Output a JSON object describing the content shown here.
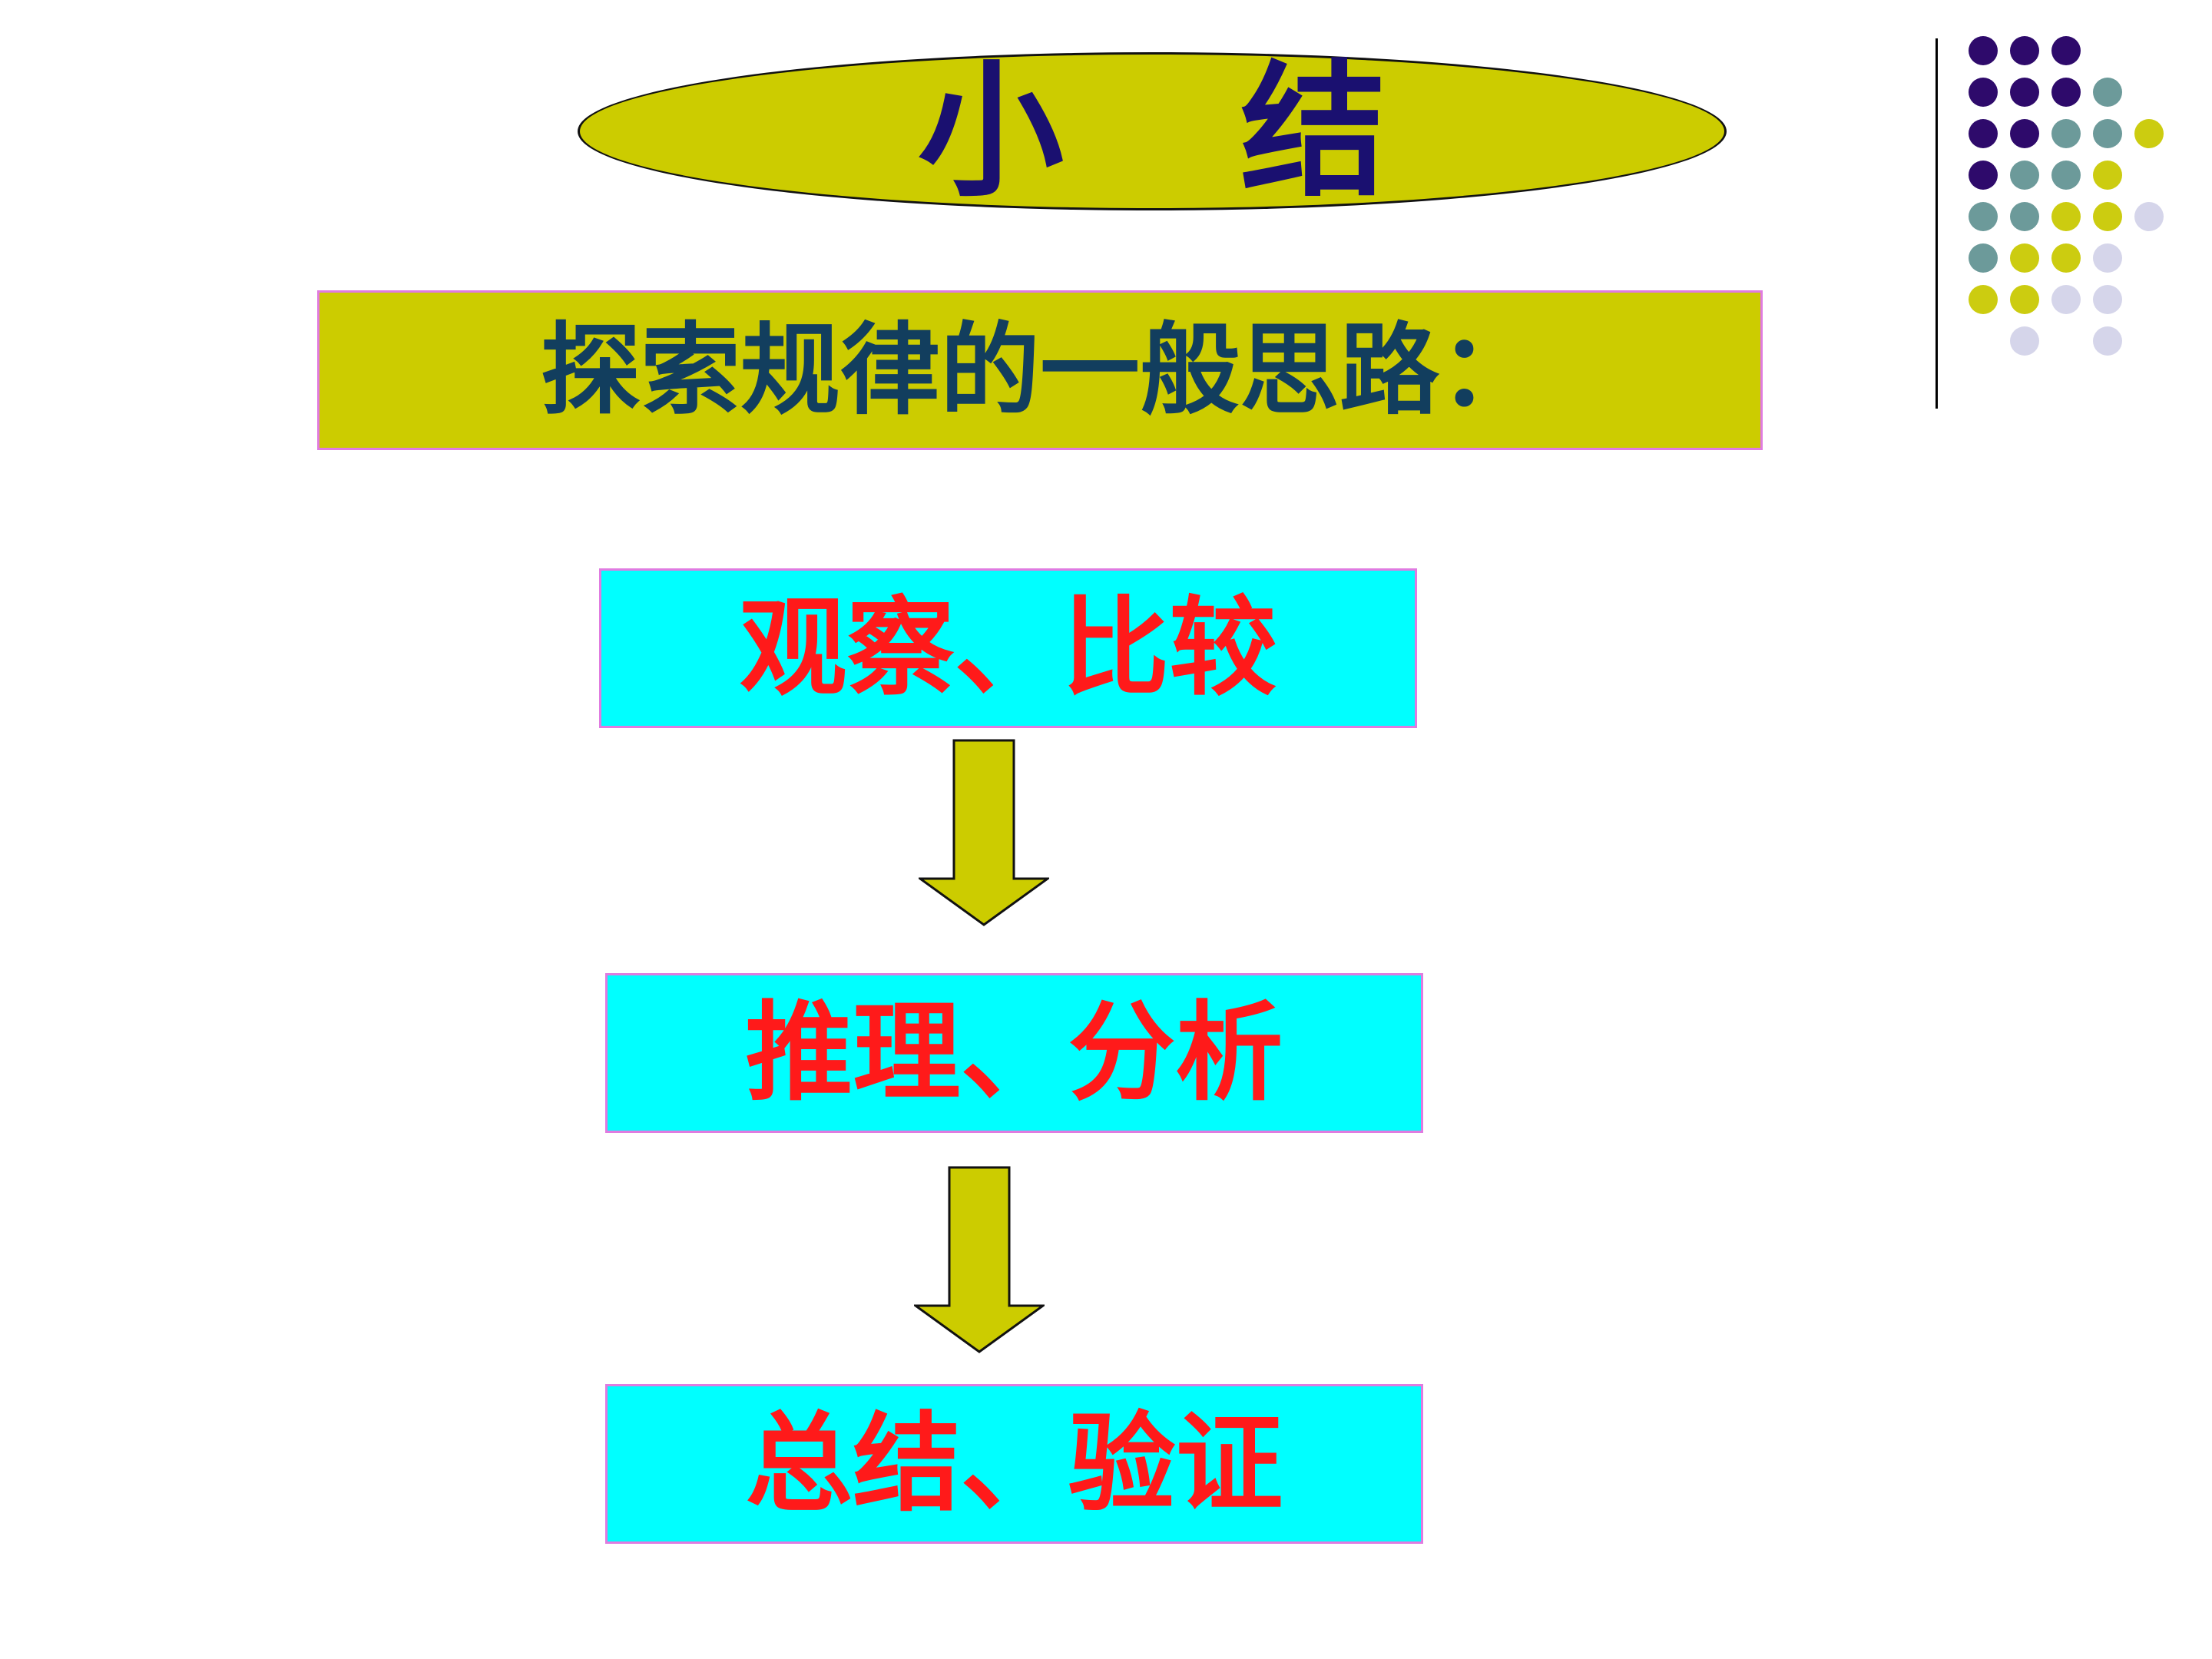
{
  "title": "小结",
  "subtitle": "探索规律的一般思路：",
  "steps": [
    {
      "label": "观察、比较"
    },
    {
      "label": "推理、分析"
    },
    {
      "label": "总结、验证"
    }
  ],
  "colors": {
    "ellipse_fill": "#cccc00",
    "title_text": "#1a1070",
    "subtitle_fill": "#cccc00",
    "subtitle_text": "#123e5e",
    "box_border": "#e07be0",
    "step_fill": "#00ffff",
    "step_text": "#ff1a1a",
    "arrow_fill": "#cccc00",
    "dot_purple": "#2e0a6b",
    "dot_teal": "#6c9a9a",
    "dot_olive": "#cccc10",
    "dot_lavender": "#d5d5ea"
  },
  "decoration": {
    "dot_rows": [
      [
        "purple",
        "purple",
        "purple",
        null,
        null
      ],
      [
        "purple",
        "purple",
        "purple",
        "teal",
        null
      ],
      [
        "purple",
        "purple",
        "teal",
        "teal",
        "olive"
      ],
      [
        "purple",
        "teal",
        "teal",
        "olive",
        null
      ],
      [
        "teal",
        "teal",
        "olive",
        "olive",
        "lavender"
      ],
      [
        "teal",
        "olive",
        "olive",
        "lavender",
        null
      ],
      [
        "olive",
        "olive",
        "lavender",
        "lavender",
        null
      ],
      [
        null,
        "lavender",
        null,
        "lavender",
        null
      ]
    ]
  }
}
